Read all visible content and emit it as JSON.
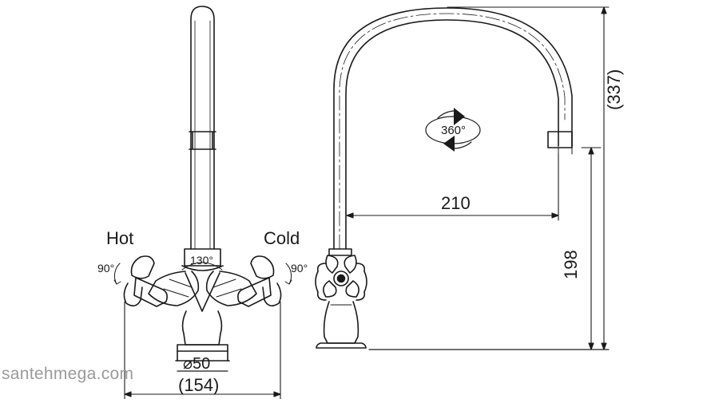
{
  "labels": {
    "hot": "Hot",
    "cold": "Cold",
    "angle_hot": "90°",
    "angle_cold": "90°",
    "angle_center": "130°",
    "rotation": "360°",
    "base_diameter": "⌀50",
    "total_width": "(154)",
    "reach": "210",
    "spout_height": "198",
    "total_height": "(337)"
  },
  "watermark": "santehmega.com",
  "colors": {
    "line": "#1a1a1a",
    "background": "#ffffff",
    "watermark": "#9a9a9a"
  }
}
